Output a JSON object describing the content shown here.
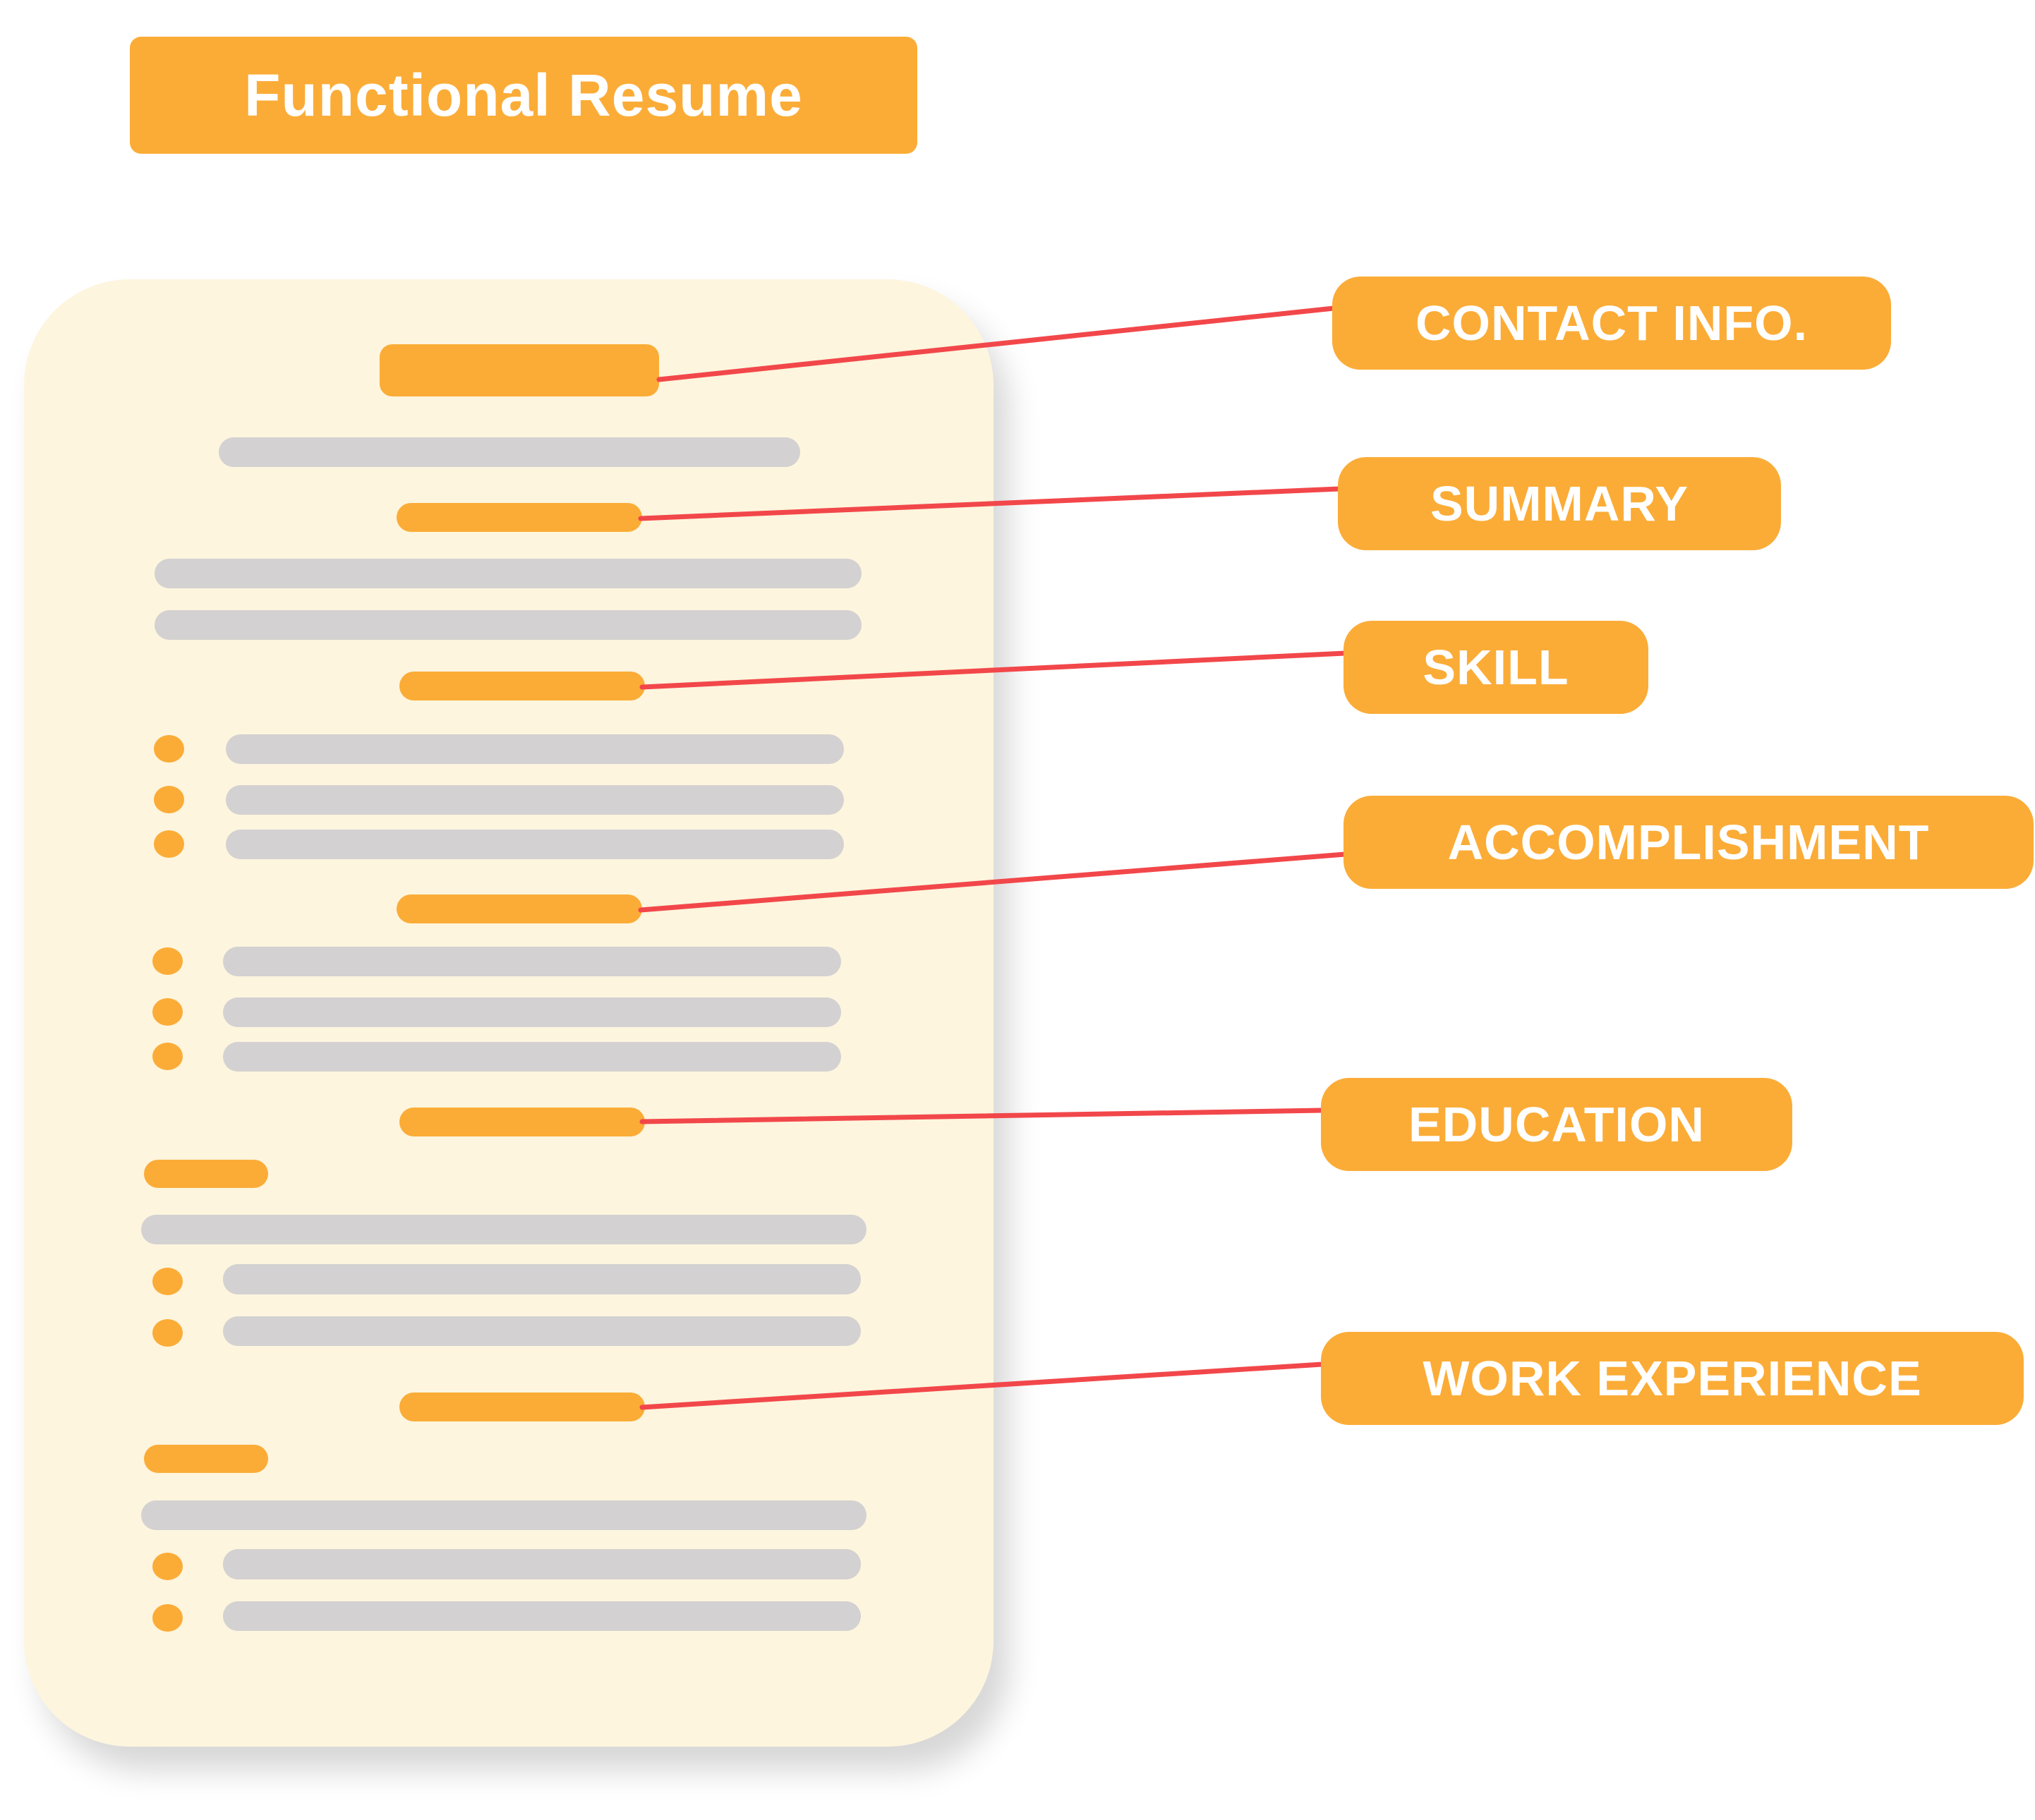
{
  "title": "Functional Resume",
  "sections": [
    {
      "key": "contact",
      "label": "CONTACT INFO."
    },
    {
      "key": "summary",
      "label": "SUMMARY"
    },
    {
      "key": "skill",
      "label": "SKILL"
    },
    {
      "key": "accomplishment",
      "label": "ACCOMPLISHMENT"
    },
    {
      "key": "education",
      "label": "EDUCATION"
    },
    {
      "key": "work",
      "label": "WORK EXPERIENCE"
    }
  ],
  "colors": {
    "accent": "#fbac37",
    "connector": "#f2474a",
    "document": "#fdf5de",
    "placeholder_line": "#d3d1d1",
    "label_text": "#ffffff"
  }
}
